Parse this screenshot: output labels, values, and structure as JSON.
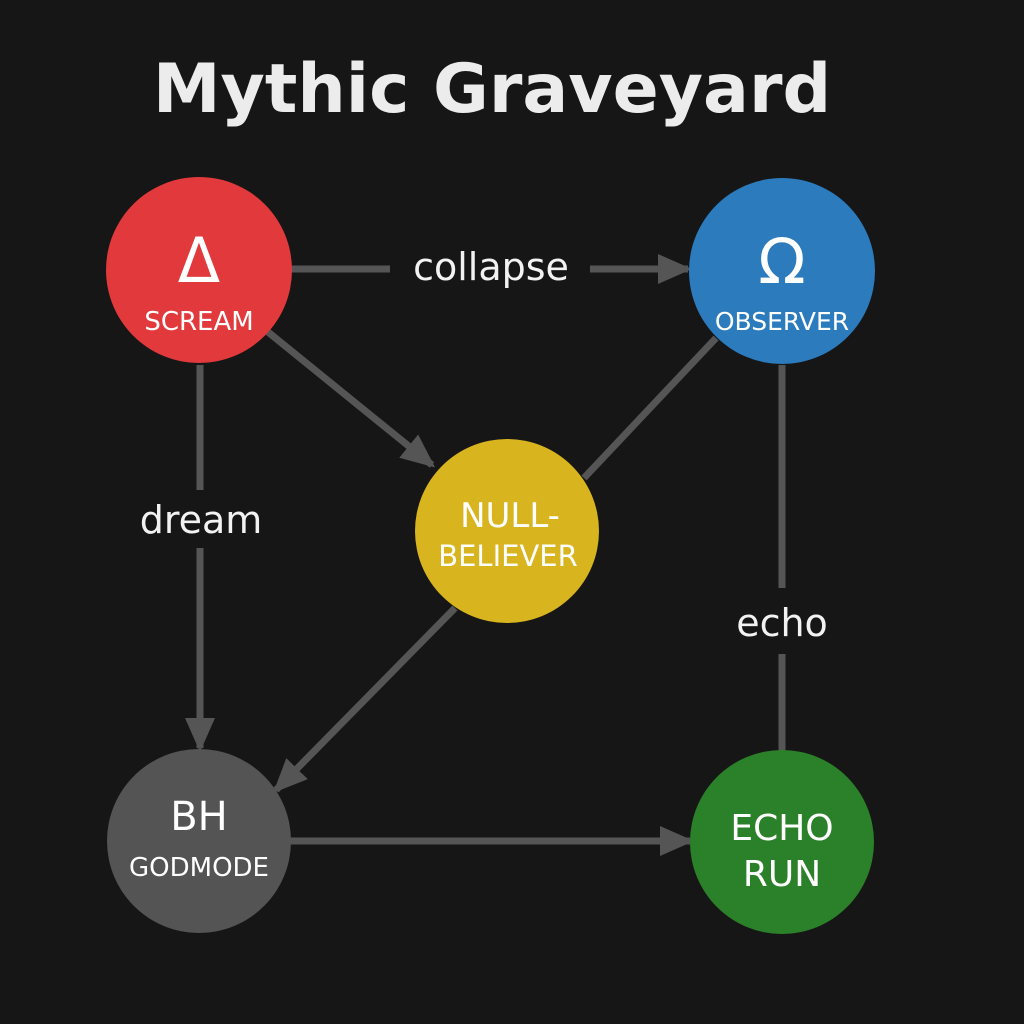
{
  "title": "Mythic Graveyard",
  "colors": {
    "background": "#161616",
    "edge": "#555555",
    "text": "#ffffff"
  },
  "nodes": {
    "scream": {
      "symbol": "Δ",
      "label": "SCREAM",
      "color": "#e23a3c"
    },
    "observer": {
      "symbol": "Ω",
      "label": "OBSERVER",
      "color": "#2b7bbd"
    },
    "null_believer": {
      "line1": "NULL-",
      "line2": "BELIEVER",
      "color": "#d8b41e"
    },
    "bh": {
      "symbol": "BH",
      "label": "GODMODE",
      "color": "#545454"
    },
    "echo_run": {
      "line1": "ECHO",
      "line2": "RUN",
      "color": "#2b8129"
    }
  },
  "edges": {
    "collapse": {
      "label": "collapse",
      "from": "SCREAM",
      "to": "OBSERVER"
    },
    "dream": {
      "label": "dream",
      "from": "SCREAM",
      "to": "BH"
    },
    "echo": {
      "label": "echo",
      "from": "OBSERVER",
      "to": "ECHO RUN"
    },
    "scream_null": {
      "from": "SCREAM",
      "to": "NULL-BELIEVER"
    },
    "observer_null": {
      "from": "OBSERVER",
      "to": "NULL-BELIEVER"
    },
    "null_bh": {
      "from": "NULL-BELIEVER",
      "to": "BH"
    },
    "bh_echo": {
      "from": "BH",
      "to": "ECHO RUN"
    }
  }
}
